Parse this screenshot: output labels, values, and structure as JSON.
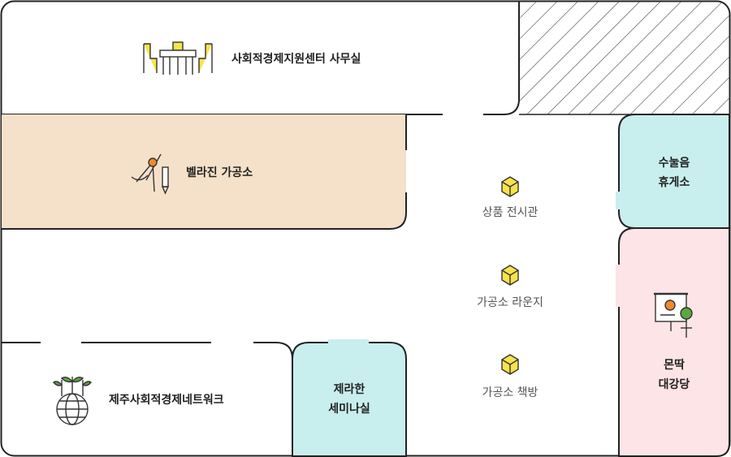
{
  "rooms": {
    "office": {
      "label": "사회적경제지원센터 사무실",
      "icon": "table-chairs-icon"
    },
    "bellazine": {
      "label": "벨라진 가공소",
      "icon": "drafting-tools-icon",
      "color": "#f5e1c9"
    },
    "rest": {
      "line1": "수눌음",
      "line2": "휴게소",
      "color": "#c9eeee"
    },
    "hall": {
      "line1": "몬딱",
      "line2": "대강당",
      "icon": "presentation-board-icon",
      "color": "#fde4e6"
    },
    "network": {
      "label": "제주사회적경제네트워크",
      "icon": "globe-sprout-icon"
    },
    "seminar": {
      "line1": "제라한",
      "line2": "세미나실",
      "color": "#c9eeee"
    }
  },
  "points": [
    {
      "label": "상품 전시관",
      "icon": "cube-marker-icon"
    },
    {
      "label": "가공소 라운지",
      "icon": "cube-marker-icon"
    },
    {
      "label": "가공소 책방",
      "icon": "cube-marker-icon"
    }
  ],
  "colors": {
    "marker": "#f7e34b",
    "line": "#222222",
    "accent": "#f08a2c",
    "green": "#5aa83e"
  }
}
